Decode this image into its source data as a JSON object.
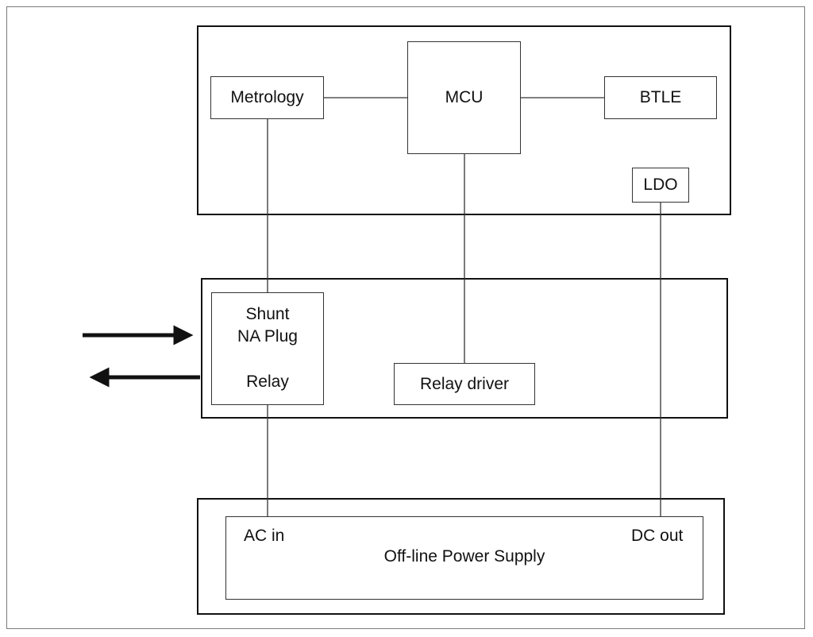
{
  "diagram": {
    "blocks": {
      "metrology": "Metrology",
      "mcu": "MCU",
      "btle": "BTLE",
      "ldo": "LDO",
      "shunt": "Shunt",
      "na_plug": "NA Plug",
      "relay": "Relay",
      "relay_driver": "Relay driver",
      "ac_in": "AC in",
      "dc_out": "DC out",
      "power_supply": "Off-line Power Supply"
    }
  }
}
